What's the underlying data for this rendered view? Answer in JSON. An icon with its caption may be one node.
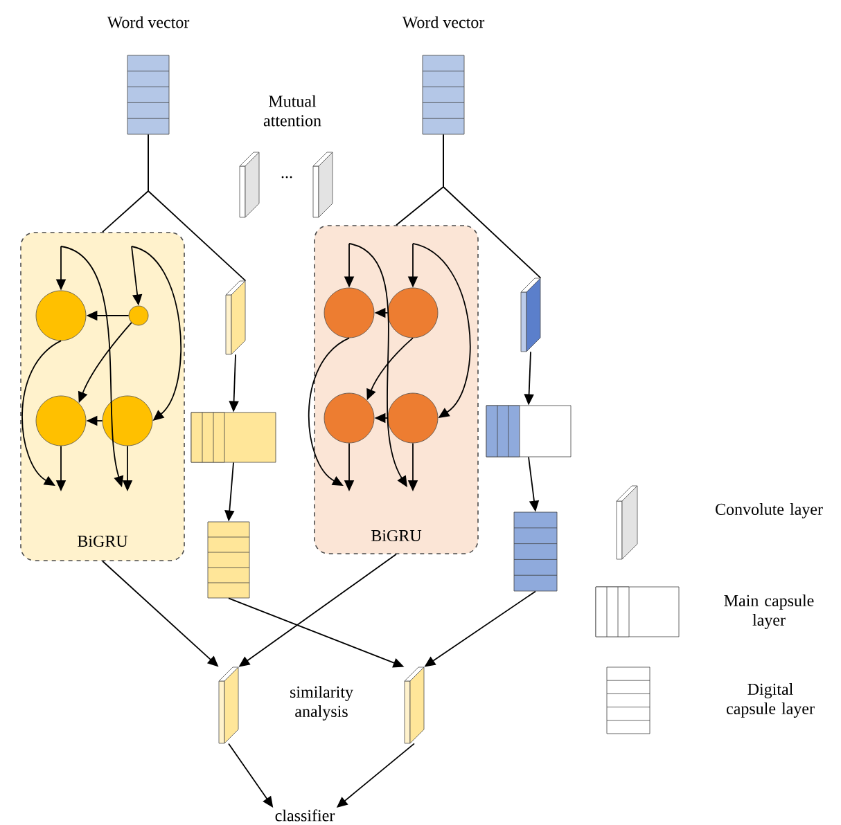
{
  "diagram": {
    "nodes": [
      {
        "text": [
          "Word vector"
        ]
      },
      {
        "text": [
          "Word vector"
        ]
      },
      {
        "text": [
          "BiGRU"
        ]
      },
      {
        "text": [],
        "shape": "circle",
        "in": 2
      },
      {
        "text": [],
        "shape": "circle",
        "in": 2
      },
      {
        "text": [],
        "shape": "circle",
        "in": 2
      },
      {
        "text": [],
        "shape": "circle",
        "in": 2
      },
      {
        "text": [
          "BiGRU"
        ]
      },
      {
        "text": [],
        "shape": "circle",
        "in": 7
      },
      {
        "text": [],
        "shape": "circle",
        "in": 7
      },
      {
        "text": [],
        "shape": "circle",
        "in": 7
      },
      {
        "text": [],
        "shape": "circle",
        "in": 7
      },
      {
        "text": [],
        "shape": "box"
      },
      {
        "text": [],
        "shape": "box"
      },
      {
        "text": [],
        "shape": "box"
      },
      {
        "text": [],
        "shape": "box"
      },
      {
        "text": [],
        "shape": "box"
      },
      {
        "text": [],
        "shape": "box"
      },
      {
        "text": [],
        "shape": "box"
      },
      {
        "text": [],
        "shape": "box"
      },
      {
        "text": [
          "classifier"
        ]
      }
    ],
    "edges": [
      {
        "from": 0,
        "to": 2,
        "arrow": "none"
      },
      {
        "from": 0,
        "to": 12,
        "arrow": "none"
      },
      {
        "from": 1,
        "to": 7,
        "arrow": "none"
      },
      {
        "from": 1,
        "to": 15,
        "arrow": "none"
      },
      {
        "from": 12,
        "to": 13,
        "arrow": "to"
      },
      {
        "from": 13,
        "to": 14,
        "arrow": "to"
      },
      {
        "from": 15,
        "to": 16,
        "arrow": "to"
      },
      {
        "from": 16,
        "to": 17,
        "arrow": "to"
      },
      {
        "from": 2,
        "to": 18,
        "arrow": "to"
      },
      {
        "from": 7,
        "to": 18,
        "arrow": "to"
      },
      {
        "from": 14,
        "to": 19,
        "arrow": "to"
      },
      {
        "from": 17,
        "to": 19,
        "arrow": "to"
      },
      {
        "from": 18,
        "to": 20,
        "arrow": "to"
      },
      {
        "from": 19,
        "to": 20,
        "arrow": "to"
      },
      {
        "from": null,
        "to": 3,
        "arrow": "to"
      },
      {
        "from": null,
        "to": 4,
        "arrow": "to"
      },
      {
        "from": null,
        "to": 6,
        "arrow": "to"
      },
      {
        "from": 4,
        "to": 3,
        "arrow": "to"
      },
      {
        "from": 4,
        "to": 5,
        "arrow": "to"
      },
      {
        "from": 6,
        "to": 5,
        "arrow": "to"
      },
      {
        "from": 3,
        "to": null,
        "arrow": "to"
      },
      {
        "from": 5,
        "to": null,
        "arrow": "to"
      },
      {
        "from": 6,
        "to": null,
        "arrow": "to"
      },
      {
        "from": null,
        "to": 8,
        "arrow": "to"
      },
      {
        "from": null,
        "to": 9,
        "arrow": "to"
      },
      {
        "from": null,
        "to": 11,
        "arrow": "to"
      },
      {
        "from": 9,
        "to": 8,
        "arrow": "to"
      },
      {
        "from": 9,
        "to": 10,
        "arrow": "to"
      },
      {
        "from": 11,
        "to": 10,
        "arrow": "to"
      },
      {
        "from": 8,
        "to": null,
        "arrow": "to"
      },
      {
        "from": 10,
        "to": null,
        "arrow": "to"
      },
      {
        "from": 11,
        "to": null,
        "arrow": "to"
      }
    ],
    "labels": [
      "Mutual attention",
      "...",
      "similarity analysis"
    ],
    "legend": [
      {
        "text": "Convolute layer"
      },
      {
        "text": "Main capsule layer"
      },
      {
        "text": "Digital capsule layer"
      }
    ]
  }
}
